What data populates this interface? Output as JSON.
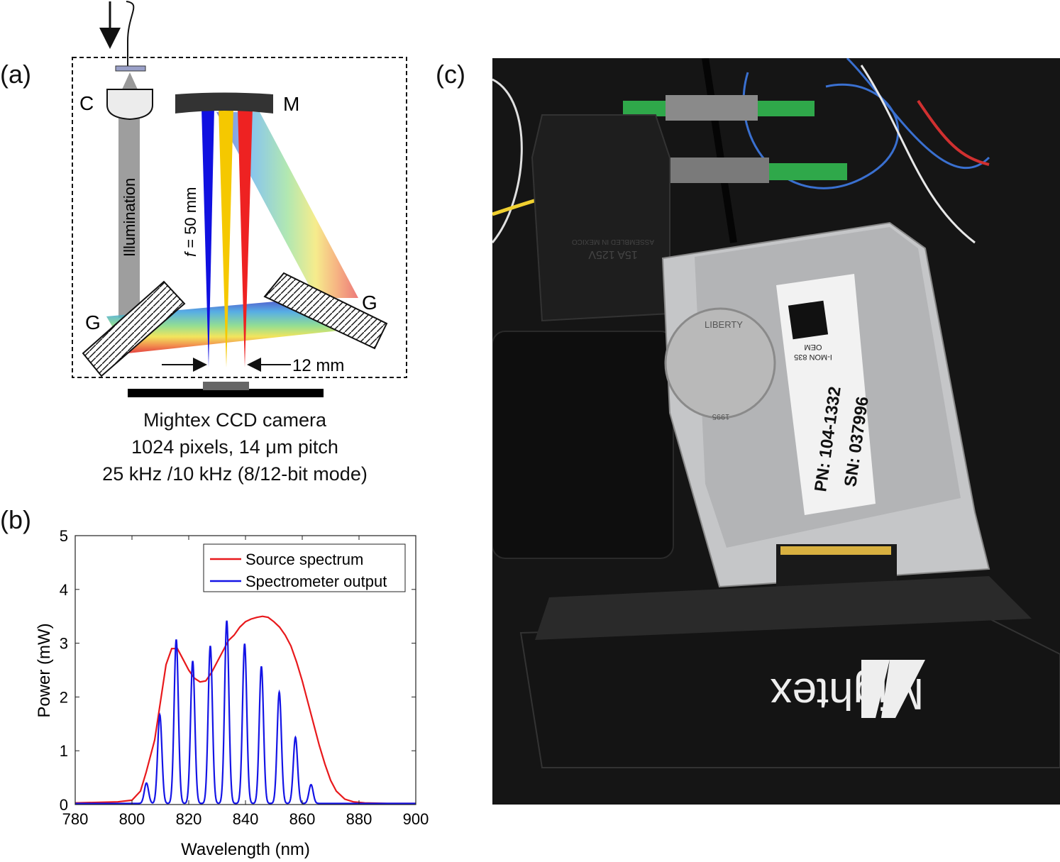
{
  "panels": {
    "a": "(a)",
    "b": "(b)",
    "c": "(c)"
  },
  "diagram": {
    "collimator": "C",
    "mirror": "M",
    "grating_left": "G",
    "grating_right": "G",
    "illumination": "Illumination",
    "focal_f": "f",
    "focal_rest": " = 50 mm",
    "width": "12 mm",
    "camera_name": "Mightex CCD camera",
    "camera_pixels": "1024 pixels, 14 μm pitch",
    "camera_rate": "25 kHz /10 kHz (8/12-bit mode)"
  },
  "chart_data": {
    "type": "line",
    "xlabel": "Wavelength (nm)",
    "ylabel": "Power (mW)",
    "xlim": [
      780,
      900
    ],
    "ylim": [
      0,
      5
    ],
    "xticks": [
      780,
      800,
      820,
      840,
      860,
      880,
      900
    ],
    "yticks": [
      0,
      1,
      2,
      3,
      4,
      5
    ],
    "legend_position": "top-right",
    "series": [
      {
        "name": "Source spectrum",
        "color": "#e8191c",
        "x": [
          780,
          795,
          800,
          803,
          805,
          808,
          810,
          812,
          814,
          816,
          818,
          820,
          822,
          824,
          826,
          828,
          830,
          832,
          834,
          836,
          838,
          840,
          842,
          844,
          846,
          848,
          850,
          852,
          854,
          856,
          858,
          860,
          862,
          864,
          866,
          868,
          870,
          872,
          875,
          878,
          882,
          890,
          900
        ],
        "y": [
          0.03,
          0.05,
          0.08,
          0.25,
          0.6,
          1.2,
          1.9,
          2.6,
          2.9,
          2.9,
          2.7,
          2.5,
          2.35,
          2.28,
          2.3,
          2.45,
          2.65,
          2.85,
          3.05,
          3.15,
          3.3,
          3.4,
          3.45,
          3.48,
          3.5,
          3.48,
          3.4,
          3.3,
          3.15,
          2.95,
          2.65,
          2.3,
          1.9,
          1.5,
          1.1,
          0.75,
          0.45,
          0.25,
          0.1,
          0.05,
          0.03,
          0.02,
          0.02
        ]
      },
      {
        "name": "Spectrometer output",
        "color": "#1414e6",
        "peaks": [
          {
            "x": 805.1,
            "y": 0.38
          },
          {
            "x": 809.8,
            "y": 1.65
          },
          {
            "x": 815.6,
            "y": 3.05
          },
          {
            "x": 821.4,
            "y": 2.65
          },
          {
            "x": 827.6,
            "y": 2.93
          },
          {
            "x": 833.4,
            "y": 3.4
          },
          {
            "x": 839.7,
            "y": 2.97
          },
          {
            "x": 845.6,
            "y": 2.55
          },
          {
            "x": 851.9,
            "y": 2.07
          },
          {
            "x": 857.6,
            "y": 1.23
          },
          {
            "x": 863.1,
            "y": 0.35
          }
        ]
      }
    ]
  },
  "photo": {
    "label_pn": "PN: 104-1332",
    "label_sn": "SN:  037996",
    "label_model": "I-MON 835",
    "label_oem": "OEM",
    "coin_top": "LIBERTY",
    "coin_bottom": "1995",
    "brand": "Mightex",
    "plug_text_1": "15A 125V",
    "plug_text_2": "ASSEMBLED IN MEXICO"
  }
}
